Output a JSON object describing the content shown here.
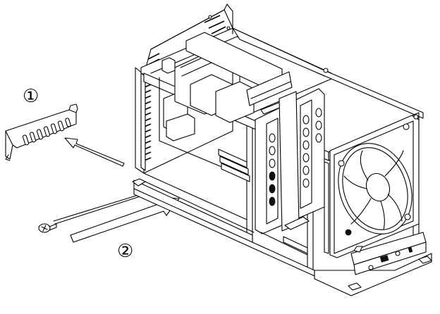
{
  "steps": {
    "step1": "①",
    "step2": "②"
  },
  "colors": {
    "line": "#000000",
    "background": "#ffffff",
    "shade": "#e6e6e6"
  },
  "icons": {
    "slot_cover": "pci-slot-cover-bracket",
    "screw": "phillips-screw-icon",
    "fan": "case-fan"
  }
}
